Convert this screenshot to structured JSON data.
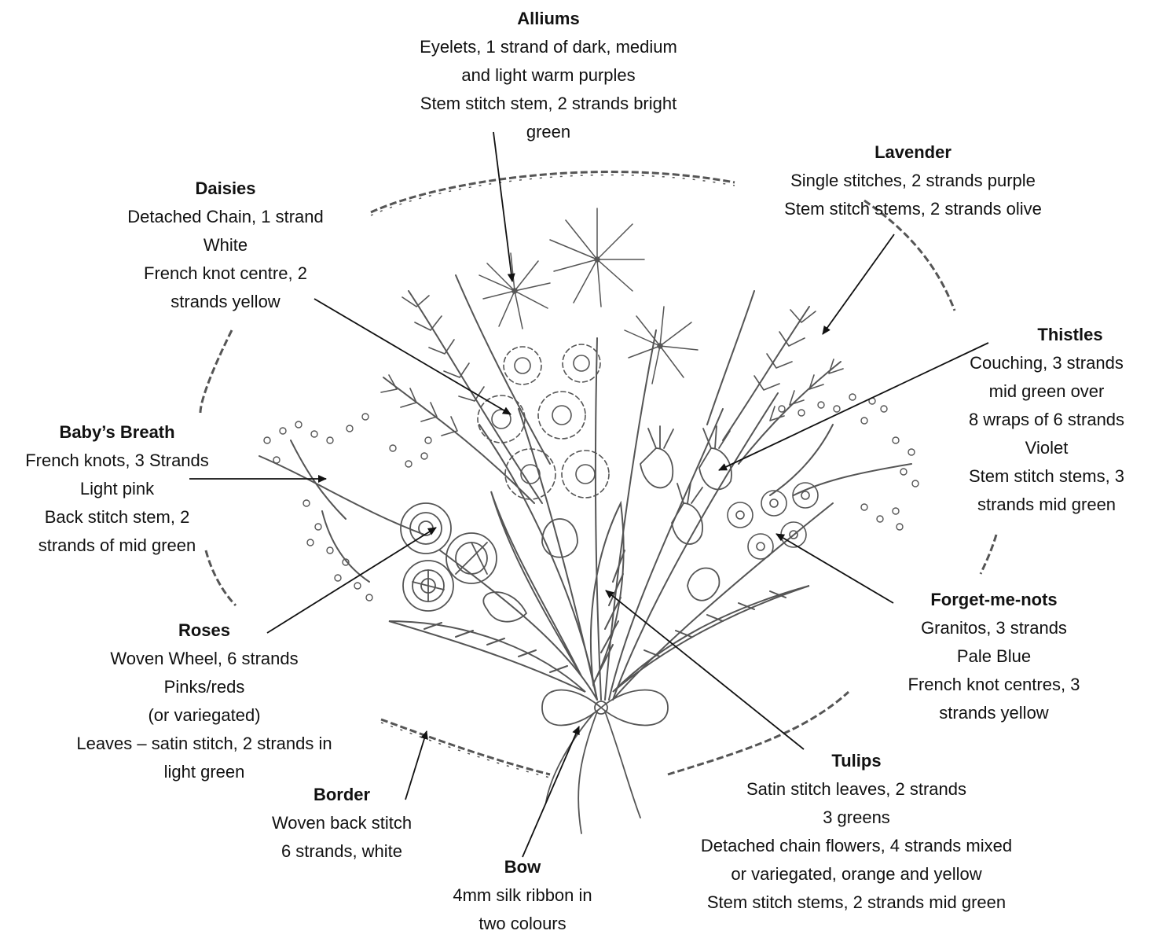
{
  "labels": {
    "alliums": {
      "title": "Alliums",
      "lines": [
        "Eyelets, 1 strand of dark, medium",
        "and light warm purples",
        "Stem stitch stem, 2 strands bright",
        "green"
      ]
    },
    "lavender": {
      "title": "Lavender",
      "lines": [
        "Single stitches, 2 strands purple",
        "Stem stitch stems, 2 strands olive"
      ]
    },
    "daisies": {
      "title": "Daisies",
      "lines": [
        "Detached Chain, 1 strand",
        "White",
        "French knot centre, 2",
        "strands yellow"
      ]
    },
    "thistles": {
      "title": "Thistles",
      "lines": [
        "Couching, 3 strands",
        "mid green over",
        "8 wraps of 6 strands",
        "Violet",
        "Stem stitch stems, 3",
        "strands mid green"
      ]
    },
    "babys_breath": {
      "title": "Baby’s Breath",
      "lines": [
        "French knots, 3 Strands",
        "Light pink",
        "Back stitch stem, 2",
        "strands of mid green"
      ]
    },
    "forget_me_nots": {
      "title": "Forget-me-nots",
      "lines": [
        "Granitos, 3 strands",
        "Pale Blue",
        "French knot centres, 3",
        "strands yellow"
      ]
    },
    "roses": {
      "title": "Roses",
      "lines": [
        "Woven Wheel, 6 strands",
        "Pinks/reds",
        "(or variegated)",
        "Leaves – satin stitch, 2 strands in",
        "light green"
      ]
    },
    "tulips": {
      "title": "Tulips",
      "lines": [
        "Satin stitch leaves, 2 strands",
        "3 greens",
        "Detached chain flowers, 4 strands mixed",
        "or variegated, orange and yellow",
        "Stem stitch stems, 2 strands mid green"
      ]
    },
    "border": {
      "title": "Border",
      "lines": [
        "Woven back stitch",
        "6 strands, white"
      ]
    },
    "bow": {
      "title": "Bow",
      "lines": [
        "4mm silk ribbon in",
        "two colours"
      ]
    }
  },
  "colors": {
    "ink": "#111111",
    "sketch": "#555555",
    "background": "#ffffff"
  }
}
